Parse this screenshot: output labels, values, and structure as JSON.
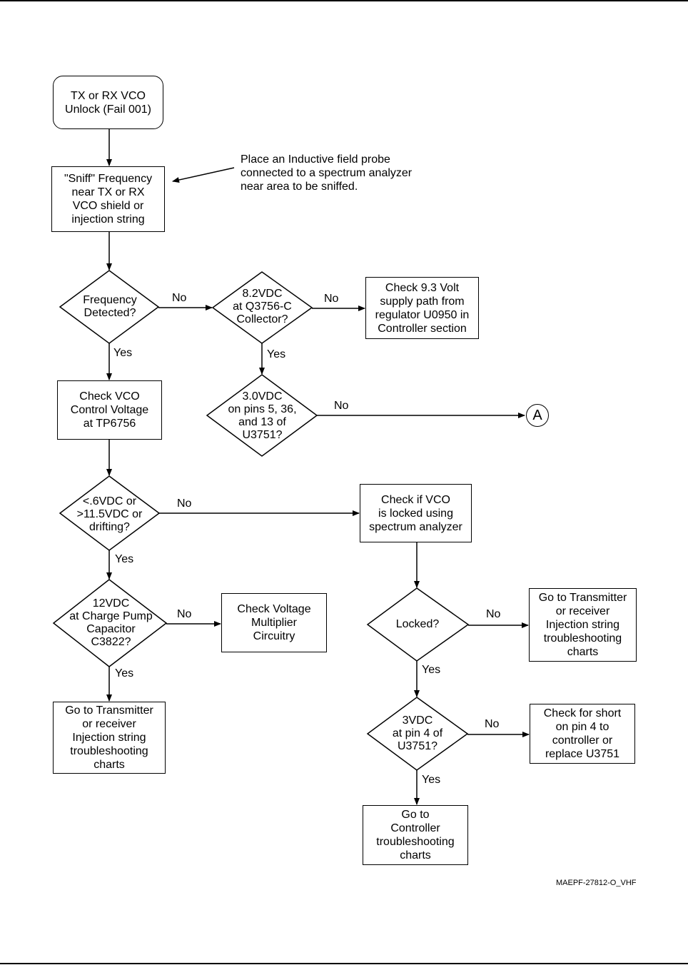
{
  "nodes": {
    "start": "TX or RX VCO\nUnlock (Fail 001)",
    "sniff": "\"Sniff\" Frequency\nnear TX or RX\nVCO shield or\ninjection string",
    "freq_detected": "Frequency\nDetected?",
    "v82": "8.2VDC\nat Q3756-C\nCollector?",
    "check93": "Check 9.3 Volt\nsupply path from\nregulator U0950 in\nController section",
    "v30": "3.0VDC\non pins 5, 36,\nand 13 of\nU3751?",
    "check_vco_control": "Check VCO\nControl Voltage\nat TP6756",
    "drifting": "<.6VDC or\n>11.5VDC or\ndrifting?",
    "check_locked_sa": "Check if VCO\nis locked using\nspectrum analyzer",
    "v12": "12VDC\nat Charge Pump\nCapacitor\nC3822?",
    "check_multiplier": "Check Voltage\nMultiplier\nCircuitry",
    "goto_tx_left": "Go to Transmitter\nor receiver\nInjection string\ntroubleshooting\ncharts",
    "locked": "Locked?",
    "goto_tx_right": "Go to Transmitter\nor receiver\nInjection string\ntroubleshooting\ncharts",
    "v3_pin4": "3VDC\nat pin 4 of\nU3751?",
    "check_short": "Check for short\non pin 4 to\ncontroller or\nreplace U3751",
    "goto_controller": "Go to\nController\ntroubleshooting\ncharts"
  },
  "connector": "A",
  "note": "Place an Inductive field probe\nconnected to a spectrum analyzer\nnear area to be sniffed.",
  "labels": {
    "no": "No",
    "yes": "Yes"
  },
  "figure_code": "MAEPF-27812-O_VHF"
}
